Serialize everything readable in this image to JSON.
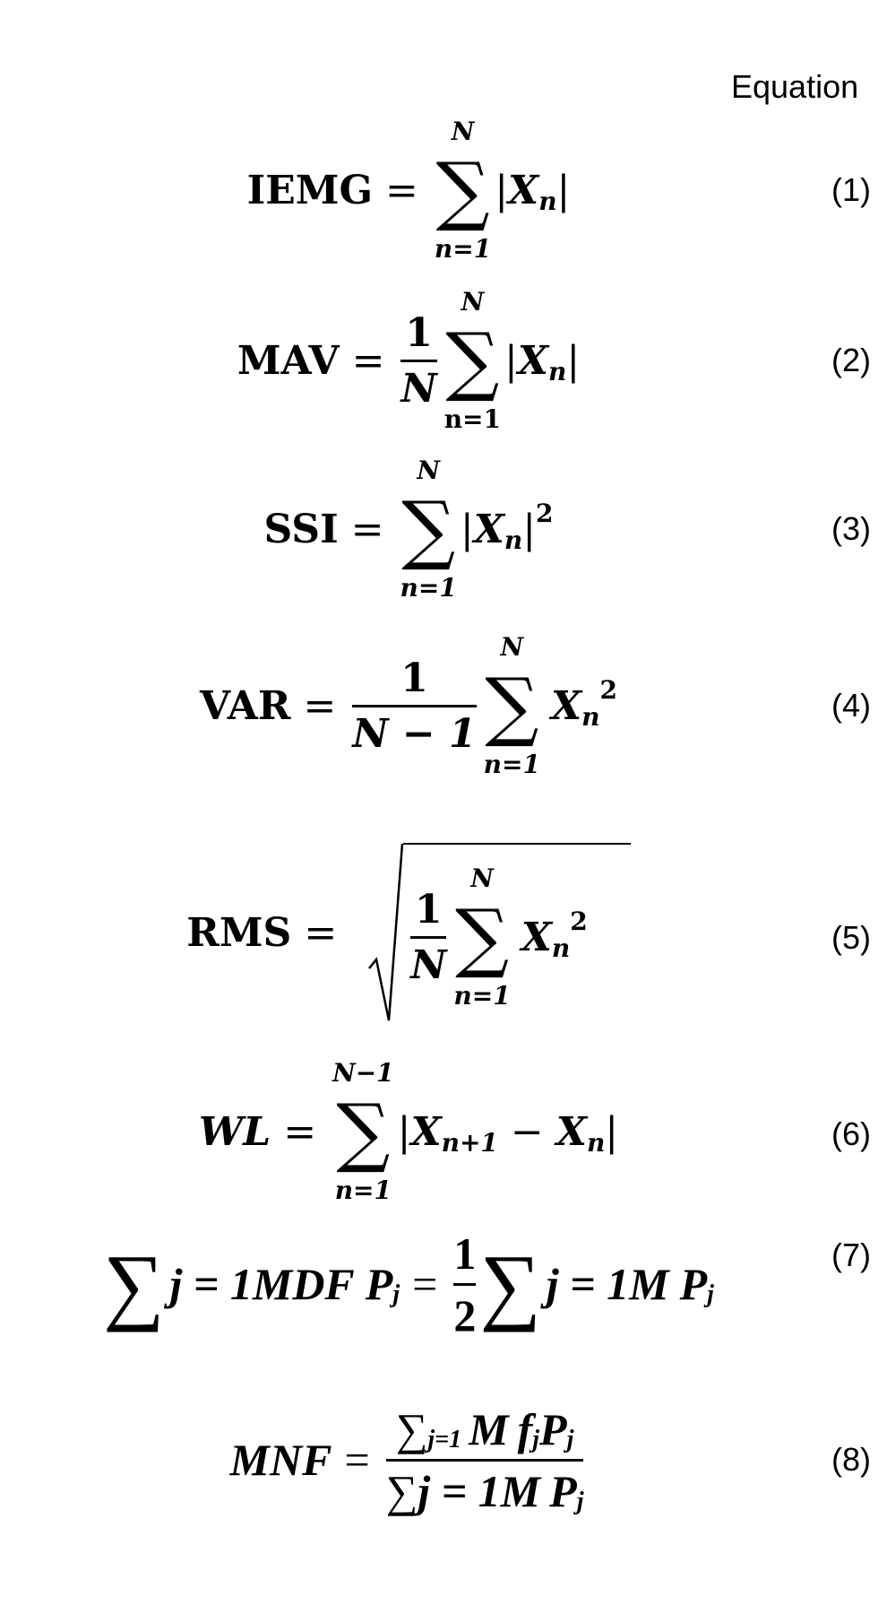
{
  "header": "Equation",
  "equations": [
    {
      "number": "(1)",
      "lhs": "IEMG",
      "eq": "=",
      "upper": "N",
      "lower": "n=1",
      "var": "X",
      "sub": "n",
      "bar": "|"
    },
    {
      "number": "(2)",
      "lhs": "MAV",
      "eq": "=",
      "num": "1",
      "den": "N",
      "upper": "N",
      "lower": "n=1",
      "var": "X",
      "sub": "n",
      "bar": "|"
    },
    {
      "number": "(3)",
      "lhs": "SSI",
      "eq": "=",
      "upper": "N",
      "lower": "n=1",
      "var": "X",
      "sub": "n",
      "bar": "|",
      "sup": "2"
    },
    {
      "number": "(4)",
      "lhs": "VAR",
      "eq": "=",
      "num": "1",
      "den": "N − 1",
      "upper": "N",
      "lower": "n=1",
      "var": "X",
      "sub": "n",
      "sup": "2"
    },
    {
      "number": "(5)",
      "lhs": "RMS",
      "eq": "=",
      "num": "1",
      "den": "N",
      "upper": "N",
      "lower": "n=1",
      "var": "X",
      "sub": "n",
      "sup": "2"
    },
    {
      "number": "(6)",
      "lhs": "WL",
      "eq": "=",
      "upper": "N−1",
      "lower": "n=1",
      "var1": "X",
      "sub1": "n+1",
      "minus": "−",
      "var2": "X",
      "sub2": "n",
      "bar": "|"
    },
    {
      "number": "(7)",
      "sigma": "∑",
      "left": "j = 1MDF",
      "var": "P",
      "sub": "j",
      "eq": "=",
      "num": "1",
      "den": "2",
      "right": "j = 1M",
      "var2": "P",
      "sub2": "j"
    },
    {
      "number": "(8)",
      "lhs": "MNF",
      "eq": "=",
      "sigma": "∑",
      "num_sub": "j=1",
      "num_rest": "M",
      "f": "f",
      "fsub": "j",
      "var": "P",
      "sub": "j",
      "den_text": "j = 1M",
      "var2": "P",
      "sub2": "j"
    }
  ]
}
